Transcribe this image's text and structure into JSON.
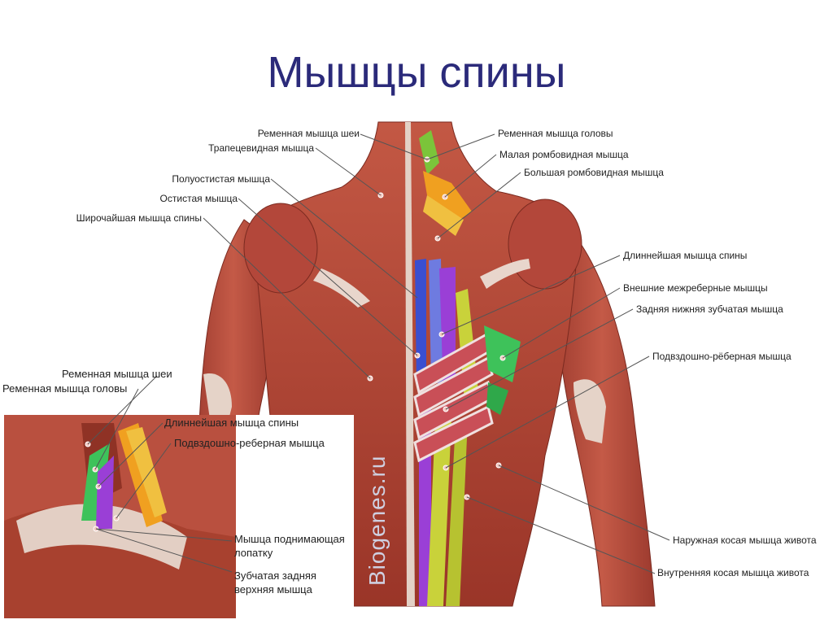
{
  "title": "Мышцы спины",
  "watermark": "Biogenes.ru",
  "main_labels": {
    "splenius_cervicis": "Ременная мышца шеи",
    "trapezius": "Трапецевидная мышца",
    "semispinalis": "Полуостистая мышца",
    "spinalis": "Остистая мышца",
    "latissimus": "Широчайшая мышца спины",
    "splenius_capitis": "Ременная мышца головы",
    "rhomboid_minor": "Малая ромбовидная мышца",
    "rhomboid_major": "Большая ромбовидная мышца",
    "longissimus": "Длиннейшая мышца спины",
    "external_intercostal": "Внешние межреберные мышцы",
    "serratus_posterior_inferior": "Задняя нижняя зубчатая мышца",
    "iliocostalis": "Подвздошно-рёберная мышца",
    "external_oblique": "Наружная косая мышца живота",
    "internal_oblique": "Внутренняя косая мышца живота"
  },
  "inset_labels": {
    "splenius_cervicis": "Ременная мышца шеи",
    "splenius_capitis": "Ременная мышца головы",
    "longissimus": "Длиннейшая мышца спины",
    "iliocostalis": "Подвздошно-реберная мышца",
    "levator_scapulae_1": "Мышца поднимающая",
    "levator_scapulae_2": "лопатку",
    "serratus_posterior_superior_1": "Зубчатая задняя",
    "serratus_posterior_superior_2": "верхняя мышца"
  },
  "colors": {
    "title": "#2b2a7a",
    "muscle": "#b4493a",
    "muscle_dark": "#8e2f24",
    "muscle_light": "#d27a66",
    "tendon": "#e8d8cf",
    "blue_muscle": "#3a4fd0",
    "purple_muscle": "#9a3fd6",
    "yellow_muscle": "#c9d23a",
    "green_muscle": "#3ec25a",
    "orange_muscle": "#f0a020",
    "leader_line": "#555555"
  }
}
